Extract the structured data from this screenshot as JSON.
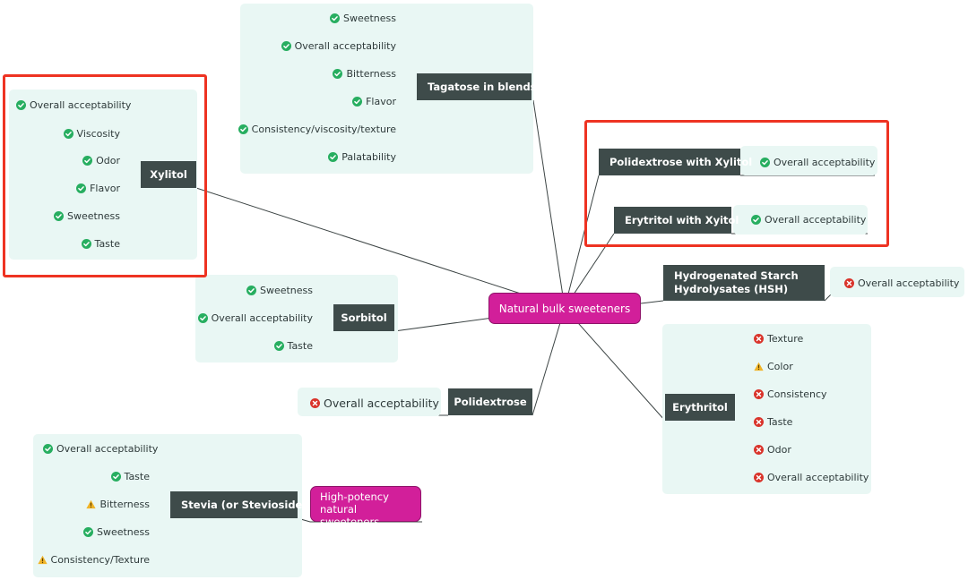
{
  "center": "Natural bulk sweeteners",
  "high_potency": "High-potency natural sweeteners",
  "colors": {
    "check": "#27ae60",
    "cross": "#d9342b",
    "warn": "#f0b428",
    "node": "#3e4b4a",
    "accent": "#d21f9a",
    "highlight": "#ee3322"
  },
  "icons": {
    "check": "check-circle-icon",
    "cross": "cross-circle-icon",
    "warning": "warning-triangle-icon"
  },
  "tagatose": {
    "label": "Tagatose in blends",
    "leaves": [
      {
        "text": "Sweetness",
        "icon": "check"
      },
      {
        "text": "Overall acceptability",
        "icon": "check"
      },
      {
        "text": "Bitterness",
        "icon": "check"
      },
      {
        "text": "Flavor",
        "icon": "check"
      },
      {
        "text": "Consistency/viscosity/texture",
        "icon": "check"
      },
      {
        "text": "Palatability",
        "icon": "check"
      }
    ]
  },
  "xylitol": {
    "label": "Xylitol",
    "leaves": [
      {
        "text": "Overall acceptability",
        "icon": "check"
      },
      {
        "text": "Viscosity",
        "icon": "check"
      },
      {
        "text": "Odor",
        "icon": "check"
      },
      {
        "text": "Flavor",
        "icon": "check"
      },
      {
        "text": "Sweetness",
        "icon": "check"
      },
      {
        "text": "Taste",
        "icon": "check"
      }
    ]
  },
  "sorbitol": {
    "label": "Sorbitol",
    "leaves": [
      {
        "text": "Sweetness",
        "icon": "check"
      },
      {
        "text": "Overall acceptability",
        "icon": "check"
      },
      {
        "text": "Taste",
        "icon": "check"
      }
    ]
  },
  "polidextrose": {
    "label": "Polidextrose",
    "leaves": [
      {
        "text": "Overall acceptability",
        "icon": "cross"
      }
    ]
  },
  "stevia": {
    "label": "Stevia (or Steviosides)",
    "leaves": [
      {
        "text": "Overall acceptability",
        "icon": "check"
      },
      {
        "text": "Taste",
        "icon": "check"
      },
      {
        "text": "Bitterness",
        "icon": "warning"
      },
      {
        "text": "Sweetness",
        "icon": "check"
      },
      {
        "text": "Consistency/Texture",
        "icon": "warning"
      }
    ]
  },
  "polidextrose_xylitol": {
    "label": "Polidextrose with Xylitol",
    "leaves": [
      {
        "text": "Overall acceptability",
        "icon": "check"
      }
    ]
  },
  "erytritol_xyitol": {
    "label": "Erytritol with Xyitol",
    "leaves": [
      {
        "text": "Overall acceptability",
        "icon": "check"
      }
    ]
  },
  "hsh": {
    "label": "Hydrogenated Starch Hydrolysates (HSH)",
    "leaves": [
      {
        "text": "Overall acceptability",
        "icon": "cross"
      }
    ]
  },
  "erythritol": {
    "label": "Erythritol",
    "leaves": [
      {
        "text": "Texture",
        "icon": "cross"
      },
      {
        "text": "Color",
        "icon": "warning"
      },
      {
        "text": "Consistency",
        "icon": "cross"
      },
      {
        "text": "Taste",
        "icon": "cross"
      },
      {
        "text": "Odor",
        "icon": "cross"
      },
      {
        "text": "Overall acceptability",
        "icon": "cross"
      }
    ]
  }
}
